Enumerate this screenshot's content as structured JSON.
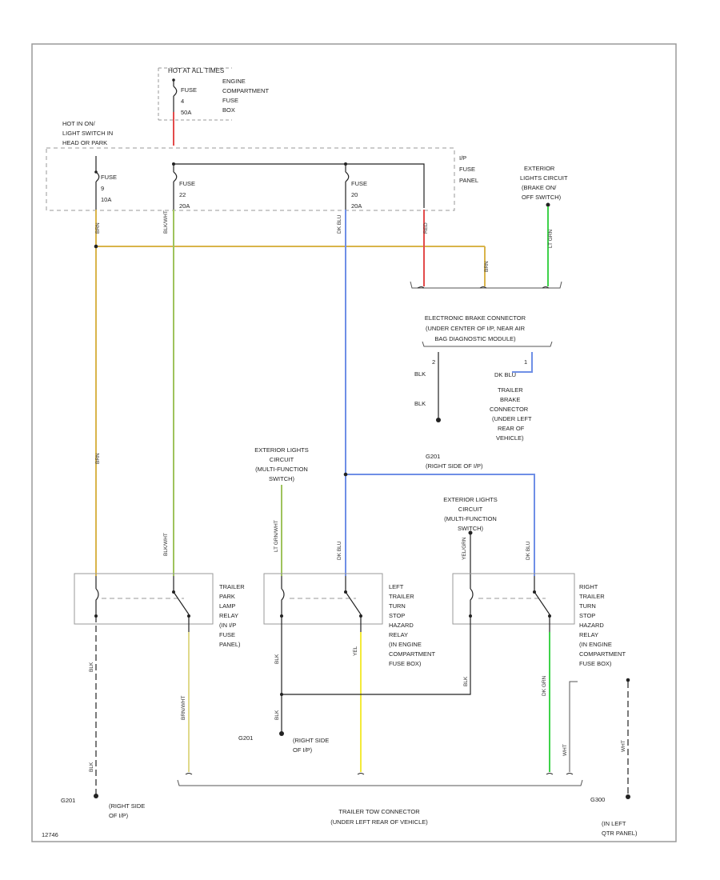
{
  "colors": {
    "tan": "#d9b44a",
    "light_green": "#9fc35c",
    "blue": "#6f8fe6",
    "red": "#e34b4b",
    "bright_green": "#3fd24a",
    "yellow": "#f3ea3a",
    "black": "#222222",
    "dashed_gray": "#9a9a9a"
  },
  "fuse_box_top": {
    "lines": [
      "HOT AT ALL TIMES"
    ],
    "fuse_lines": [
      "FUSE",
      "4",
      "50A"
    ],
    "location_lines": [
      "ENGINE",
      "COMPARTMENT",
      "FUSE",
      "BOX"
    ]
  },
  "ip_panel": {
    "hot_lines": [
      "HOT IN ON/",
      "LIGHT SWITCH IN",
      "HEAD OR PARK"
    ],
    "fuse_a": [
      "FUSE",
      "9",
      "10A"
    ],
    "fuse_b": [
      "FUSE",
      "22",
      "20A"
    ],
    "fuse_c": [
      "FUSE",
      "20",
      "20A"
    ],
    "panel_lines": [
      "I/P",
      "FUSE",
      "PANEL"
    ]
  },
  "ext_brake_label": [
    "EXTERIOR",
    "LIGHTS CIRCUIT",
    "(BRAKE ON/",
    "OFF SWITCH)"
  ],
  "brake_connector": [
    "ELECTRONIC BRAKE CONNECTOR",
    "(UNDER CENTER OF I/P, NEAR AIR",
    "BAG DIAGNOSTIC MODULE)"
  ],
  "trailer_brake": {
    "pin_a": "2",
    "pin_b": "1",
    "wire_a": "BLK",
    "wire_b": "BLK",
    "wire_c": "DK BLU",
    "lines": [
      "TRAILER",
      "BRAKE",
      "CONNECTOR",
      "(UNDER LEFT",
      "REAR OF",
      "VEHICLE)"
    ]
  },
  "multifunction_left": [
    "EXTERIOR LIGHTS",
    "CIRCUIT",
    "(MULTI-FUNCTION",
    "SWITCH)"
  ],
  "multifunction_right": [
    "EXTERIOR LIGHTS",
    "CIRCUIT",
    "(MULTI-FUNCTION",
    "SWITCH)"
  ],
  "splice_top": [
    "G201",
    "(RIGHT SIDE OF I/P)"
  ],
  "relays": {
    "park": [
      "TRAILER",
      "PARK",
      "LAMP",
      "RELAY",
      "(IN I/P",
      "FUSE",
      "PANEL)"
    ],
    "left": [
      "LEFT",
      "TRAILER",
      "TURN",
      "STOP",
      "HAZARD",
      "RELAY",
      "(IN ENGINE",
      "COMPARTMENT",
      "FUSE BOX)"
    ],
    "right": [
      "RIGHT",
      "TRAILER",
      "TURN",
      "STOP",
      "HAZARD",
      "RELAY",
      "(IN ENGINE",
      "COMPARTMENT",
      "FUSE BOX)"
    ]
  },
  "wire_labels": {
    "tan_top": "BRN",
    "tan_mid": "BRN",
    "green_top": "BLK/WHT",
    "green_low": "BLK/WHT",
    "blue_top": "DK BLU",
    "blue_low": "DK BLU",
    "red_top": "RED",
    "tan_short": "BRN",
    "bright_green_top": "LT GRN",
    "mf_left": "LT GRN/WHT",
    "mf_right": "YEL/GRN",
    "right_blue": "DK BLU",
    "park_out": "BRN/WHT",
    "left_out": "YEL",
    "right_out": "DK GRN",
    "left_gnd": "BLK",
    "park_gnd": "BLK",
    "right_gnd": "BLK",
    "gnd_a": "BLK",
    "gnd_b": "BLK",
    "gnd_c": "WHT",
    "far_right": "WHT"
  },
  "grounds": {
    "g201_a": "G201",
    "g201_a_loc": [
      "(RIGHT SIDE",
      "OF I/P)"
    ],
    "g201_b": "G201",
    "g201_b_loc": [
      "(RIGHT SIDE",
      "OF I/P)"
    ],
    "g300": "G300",
    "g300_loc": [
      "(IN LEFT",
      "QTR PANEL)"
    ]
  },
  "trailer_tow": [
    "TRAILER TOW CONNECTOR",
    "(UNDER LEFT REAR OF VEHICLE)"
  ],
  "footer_code": "12746"
}
